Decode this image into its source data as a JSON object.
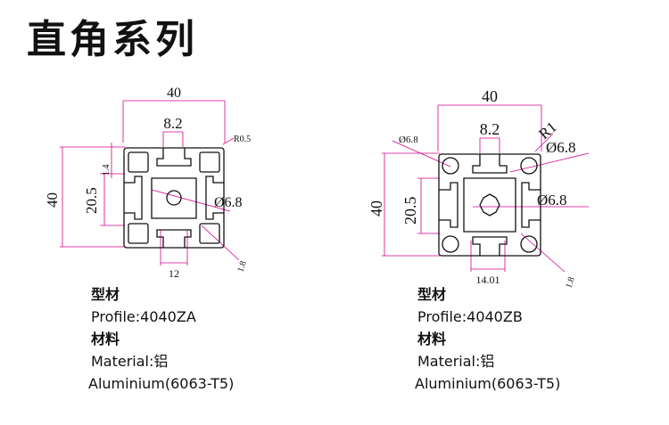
{
  "page_title": "直角系列",
  "colors": {
    "dimension_line": "#d6008c",
    "outline": "#111111"
  },
  "profiles": [
    {
      "dims": {
        "width": "40",
        "slot": "8.2",
        "height": "40",
        "half": "20.5",
        "hole": "Ø6.8",
        "radius": "R0.5",
        "wall": "1.4",
        "bottom": "12",
        "thickness": "1.8"
      },
      "labels": {
        "profile_cn": "型材",
        "profile": "Profile:4040ZA",
        "material_cn": "材料",
        "material": "Material:铝",
        "alloy": "Aluminium(6063-T5)"
      }
    },
    {
      "dims": {
        "width": "40",
        "slot": "8.2",
        "height": "40",
        "half": "20.5",
        "hole_tl": "Ø6.8",
        "hole_tr": "Ø6.8",
        "hole": "Ø6.8",
        "radius": "R1",
        "bottom": "14.01",
        "thickness": "1.8"
      },
      "labels": {
        "profile_cn": "型材",
        "profile": "Profile:4040ZB",
        "material_cn": "材料",
        "material": "Material:铝",
        "alloy": "Aluminium(6063-T5)"
      }
    }
  ]
}
